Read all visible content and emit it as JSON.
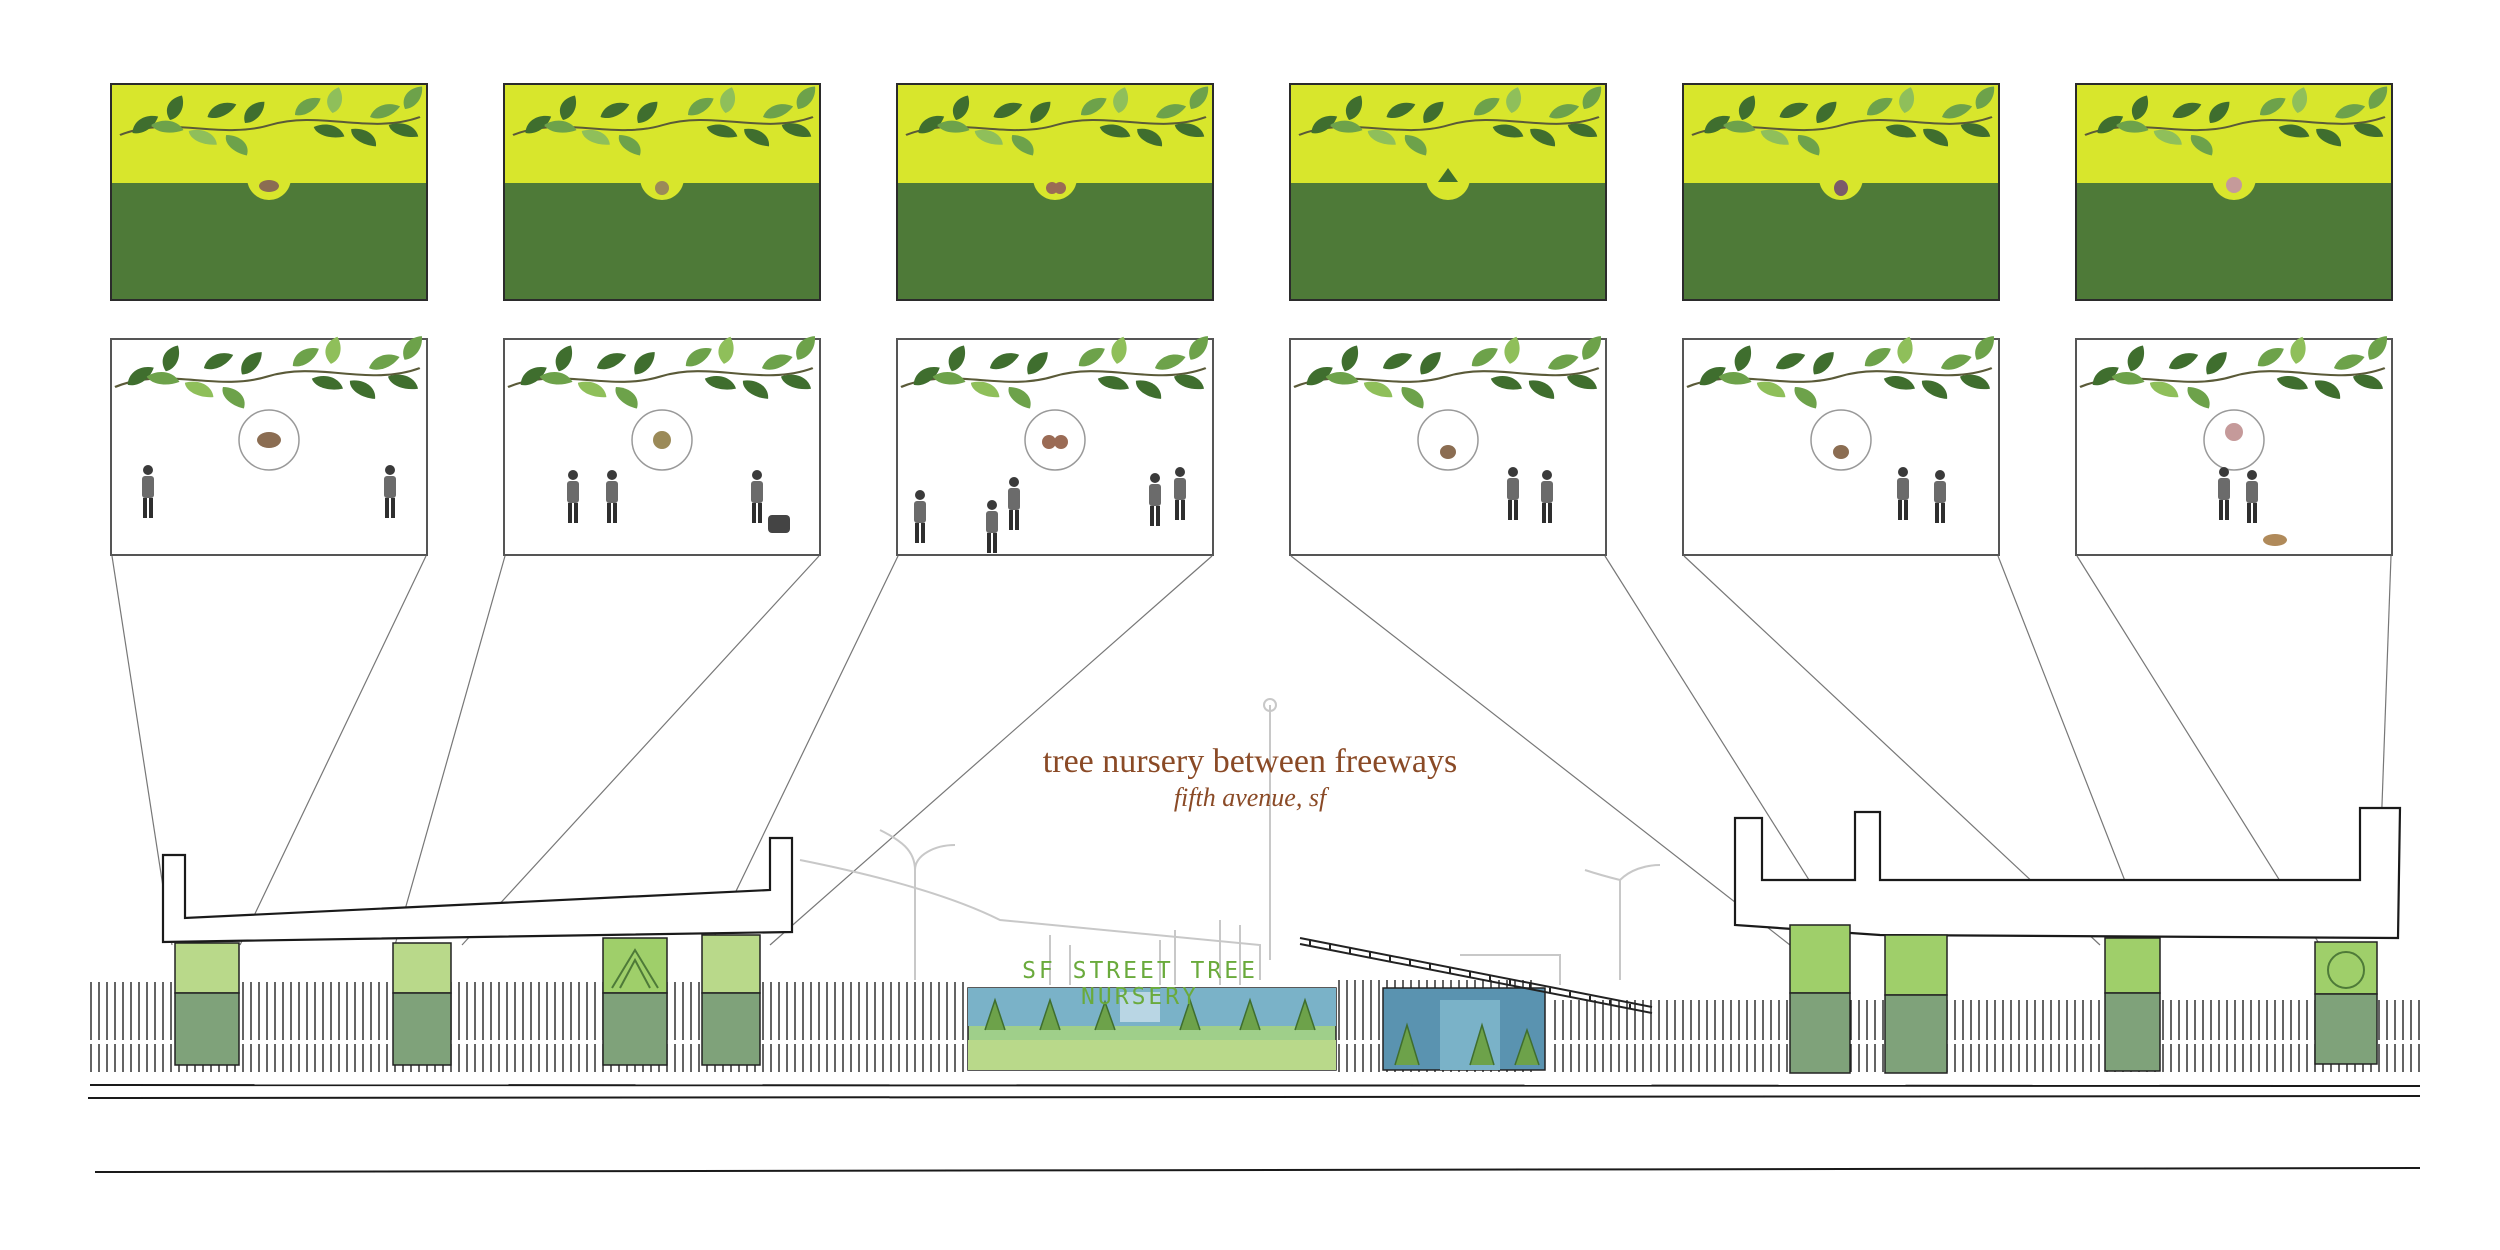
{
  "title": {
    "main": "tree nursery between freeways",
    "sub": "fifth avenue, sf"
  },
  "sign": {
    "text": "SF STREET TREE NURSERY"
  },
  "colors": {
    "sky_yellow": "#d8e62c",
    "ground_green": "#4e7a38",
    "leaf_dark": "#3f6e2e",
    "leaf_mid": "#6da24a",
    "leaf_light": "#b7d86a",
    "pillar_light": "#b9d98a",
    "pillar_dark": "#7fa27a",
    "title_brown": "#8a4a26",
    "sign_green": "#6aaa3c"
  },
  "panels": [
    {
      "species_icon": "broadleaf-branch-icon",
      "seed_icon": "seed-pod-icon",
      "people": 2
    },
    {
      "species_icon": "magnolia-branch-icon",
      "seed_icon": "fruit-cluster-icon",
      "people": 3
    },
    {
      "species_icon": "ginkgo-branch-icon",
      "seed_icon": "berry-cluster-icon",
      "people": 5
    },
    {
      "species_icon": "maple-branch-icon",
      "seed_icon": "seed-pod-icon",
      "people": 2
    },
    {
      "species_icon": "maple-branch-icon",
      "seed_icon": "seed-pod-icon",
      "people": 2
    },
    {
      "species_icon": "palm-frond-icon",
      "seed_icon": "flower-cluster-icon",
      "people": 2
    }
  ]
}
